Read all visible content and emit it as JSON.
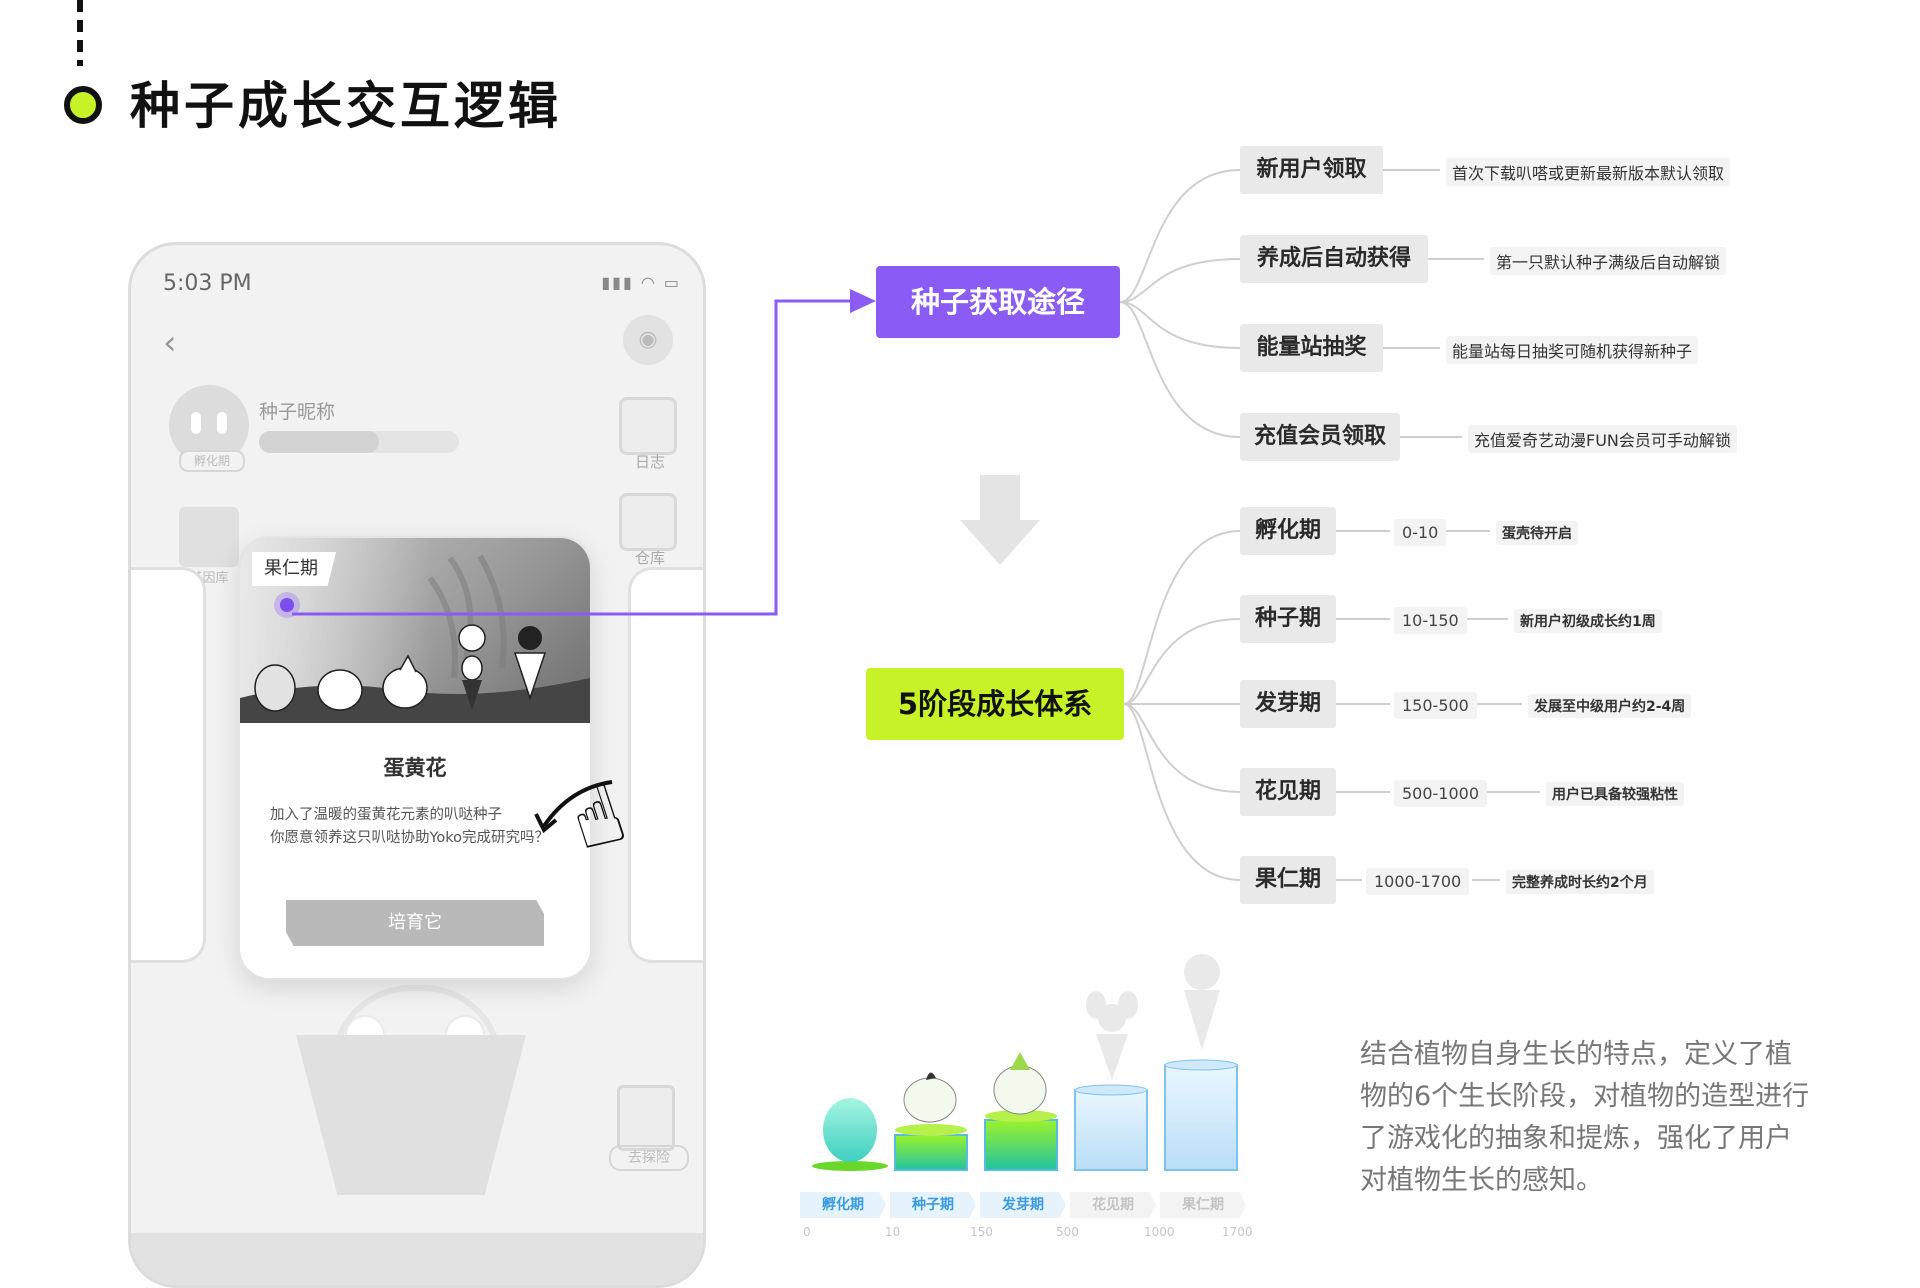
{
  "header": {
    "title": "种子成长交互逻辑"
  },
  "phone": {
    "time": "5:03 PM",
    "status_icons": "▮▮▮ ◠ ▭",
    "back_glyph": "‹",
    "seed_name": "种子昵称",
    "stage_badge": "孵化期",
    "side_buttons": [
      "日志",
      "仓库"
    ],
    "left_button": "基因库",
    "explore_button": "去探险"
  },
  "card": {
    "tag": "果仁期",
    "title": "蛋黄花",
    "desc_line1": "加入了温暖的蛋黄花元素的叭哒种子",
    "desc_line2": "你愿意领养这只叭哒协助Yoko完成研究吗？",
    "button": "培育它"
  },
  "mindmap": {
    "acquire": {
      "hub": "种子获取途径",
      "items": [
        {
          "label": "新用户领取",
          "desc": "首次下载叭嗒或更新最新版本默认领取"
        },
        {
          "label": "养成后自动获得",
          "desc": "第一只默认种子满级后自动解锁"
        },
        {
          "label": "能量站抽奖",
          "desc": "能量站每日抽奖可随机获得新种子"
        },
        {
          "label": "充值会员领取",
          "desc": "充值爱奇艺动漫FUN会员可手动解锁"
        }
      ]
    },
    "growth": {
      "hub": "5阶段成长体系",
      "items": [
        {
          "label": "孵化期",
          "range": "0-10",
          "desc": "蛋壳待开启"
        },
        {
          "label": "种子期",
          "range": "10-150",
          "desc": "新用户初级成长约1周"
        },
        {
          "label": "发芽期",
          "range": "150-500",
          "desc": "发展至中级用户约2-4周"
        },
        {
          "label": "花见期",
          "range": "500-1000",
          "desc": "用户已具备较强粘性"
        },
        {
          "label": "果仁期",
          "range": "1000-1700",
          "desc": "完整养成时长约2个月"
        }
      ]
    }
  },
  "summary": "结合植物自身生长的特点，定义了植物的6个生长阶段，对植物的造型进行了游戏化的抽象和提炼，强化了用户对植物生长的感知。",
  "stages": {
    "labels": [
      "孵化期",
      "种子期",
      "发芽期",
      "花见期",
      "果仁期"
    ],
    "label_colors": [
      "#3a9be0",
      "#3a9be0",
      "#3a9be0",
      "#c4c4c4",
      "#c4c4c4"
    ],
    "label_bg": [
      "#e6f3fc",
      "#e6f3fc",
      "#e6f3fc",
      "#f3f3f3",
      "#f3f3f3"
    ],
    "thresholds": [
      "0",
      "10",
      "150",
      "500",
      "1000",
      "1700"
    ]
  },
  "colors": {
    "purple": "#8a5cf5",
    "lime": "#c6f227"
  }
}
